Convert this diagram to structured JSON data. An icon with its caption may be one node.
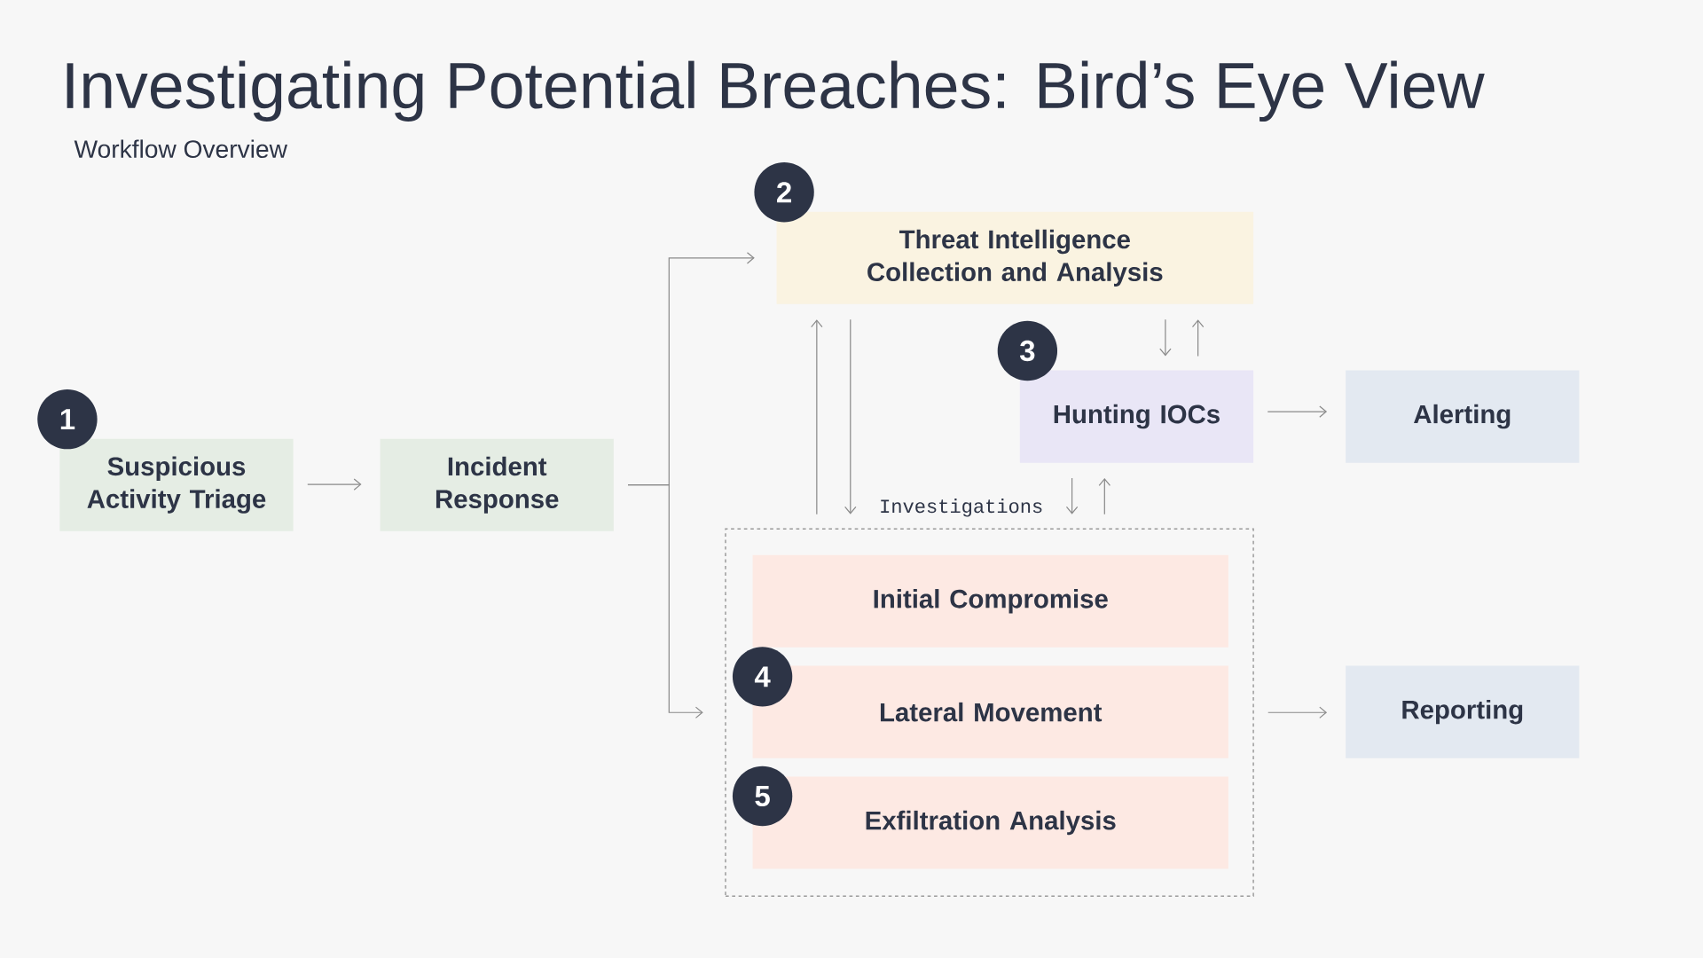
{
  "diagram": {
    "title": "Investigating Potential Breaches: Bird’s Eye View",
    "nodes": [
      {
        "text": [
          "Suspicious Activity Triage"
        ],
        "beside": [
          "1"
        ]
      },
      {
        "text": [
          "Incident Response"
        ]
      },
      {
        "text": [
          "Threat Intelligence Collection and Analysis"
        ],
        "beside": [
          "2"
        ]
      },
      {
        "text": [
          "Hunting IOCs"
        ],
        "beside": [
          "3"
        ]
      },
      {
        "text": [
          "Alerting"
        ]
      },
      {
        "text": [
          "Investigations"
        ]
      },
      {
        "text": [
          "Initial Compromise"
        ],
        "in": 5
      },
      {
        "text": [
          "Lateral Movement"
        ],
        "in": 5
      },
      {
        "text": [
          "Exfiltration Analysis"
        ],
        "in": 5
      },
      {
        "text": [
          "Reporting"
        ]
      }
    ],
    "edges": [
      {
        "from": 0,
        "to": 1,
        "arrow": "to"
      },
      {
        "from": 1,
        "to": 2,
        "arrow": "to"
      },
      {
        "from": 1,
        "to": 5,
        "arrow": "to"
      },
      {
        "from": 5,
        "to": 2,
        "arrow": "to"
      },
      {
        "from": 2,
        "to": 5,
        "arrow": "to"
      },
      {
        "from": 2,
        "to": 3,
        "arrow": "to"
      },
      {
        "from": 3,
        "to": 2,
        "arrow": "to"
      },
      {
        "from": 3,
        "to": 5,
        "arrow": "to"
      },
      {
        "from": 5,
        "to": 3,
        "arrow": "to"
      },
      {
        "from": 3,
        "to": 4,
        "arrow": "to"
      },
      {
        "from": 5,
        "to": 9,
        "arrow": "to"
      }
    ],
    "labels": [
      "Workflow Overview",
      "4",
      "5"
    ]
  }
}
